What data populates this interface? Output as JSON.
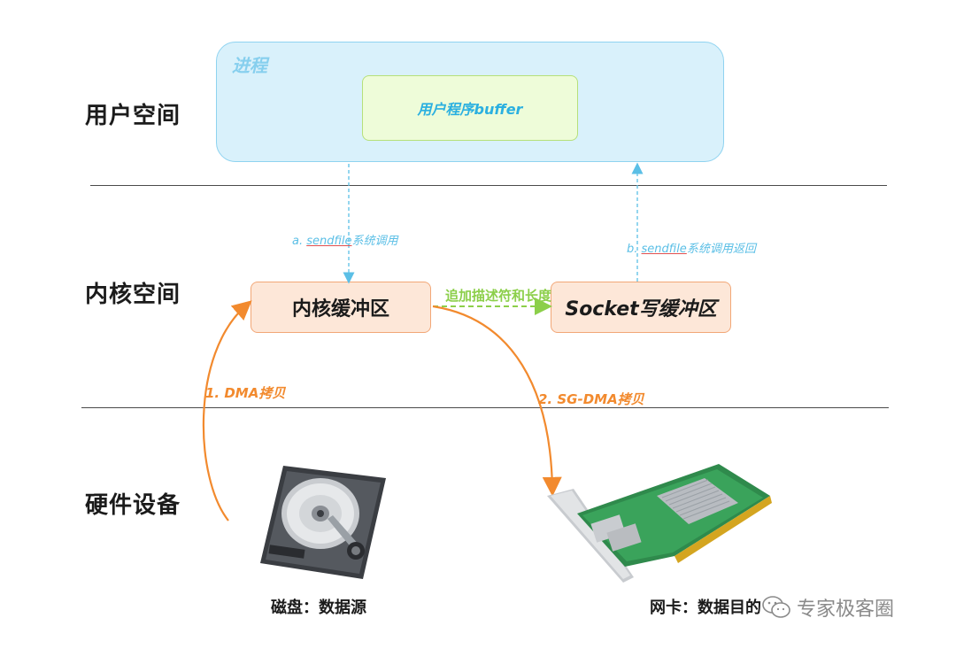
{
  "zones": {
    "user_space": "用户空间",
    "kernel_space": "内核空间",
    "hardware": "硬件设备"
  },
  "process": {
    "label": "进程",
    "buffer_label": "用户程序buffer"
  },
  "kernel": {
    "kernel_buffer": "内核缓冲区",
    "socket_buffer": "Socket写缓冲区",
    "append_label": "追加描述符和长度"
  },
  "syscalls": {
    "a_prefix": "a. ",
    "a_word": "sendfile",
    "a_suffix": "系统调用",
    "b_prefix": "b. ",
    "b_word": "sendfile",
    "b_suffix": "系统调用返回"
  },
  "copies": {
    "dma": "1. DMA拷贝",
    "sg_dma": "2. SG-DMA拷贝"
  },
  "devices": {
    "disk_caption": "磁盘：数据源",
    "nic_caption": "网卡：数据目的"
  },
  "watermark": {
    "icon": "wechat-icon",
    "text": "专家极客圈"
  },
  "colors": {
    "orange": "#f28a2e",
    "blue": "#5bbfe6",
    "green": "#8ccf4a"
  }
}
